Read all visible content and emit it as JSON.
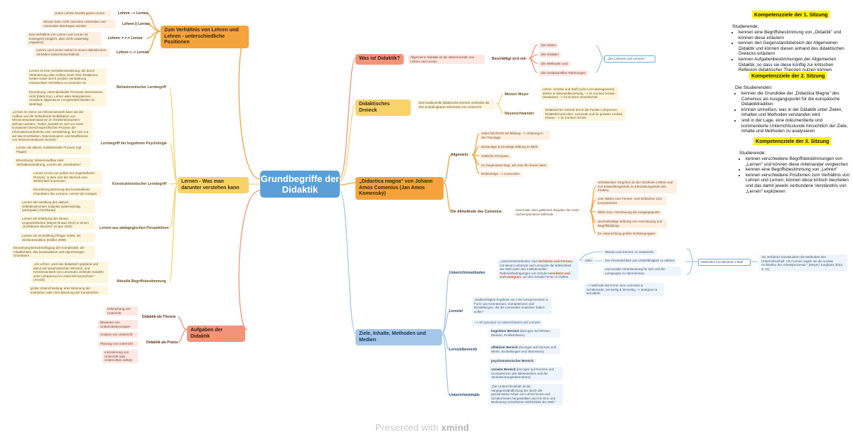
{
  "central": "Grundbegriffe der Didaktik",
  "left": {
    "verhaeltnis": {
      "title": "Zum Verhältnis von Lehren und Lehren - unterschiedliche Positionen",
      "items": [
        {
          "label": "Lehren --> Lernen",
          "leaf": "Gutes Lehren bewirkt gutes Lernen"
        },
        {
          "label": "Lehren || Lernen",
          "leaf": "Wissen kann nicht zwischen Lehrenden und Lernenden übertragen werden"
        },
        {
          "label": "Lehren ↗↗↗ Lernen",
          "leaf": "Das Verhältnis von Lehren und Lernen ist kontingent (möglich, aber nicht notwendig, ungewiss)"
        },
        {
          "label": "Lehren <--> Lernen",
          "leaf": "Lehren und Lernen stehen in einem dialektischen Verhältnis (Wechselverhältnis)"
        }
      ]
    },
    "lernen": {
      "title": "Lernen - Was man darunter verstehen kann",
      "groups": [
        {
          "label": "Behavioristischer Lernbegriff",
          "leaves": [
            "Lernen ist eine Verhaltensänderung, die durch Veränderung oder Aufbau neuer Reiz-Reaktions-Ketten sowie durch positive Verstärkung erwünschten Verhaltens zu erreichen ist",
            "Einordnung: interindividuelle Prozesse interessieren nicht (black box), Lehrer wäre Manipulieren, Annahme allgemeiner Lerngesetzlichkeiten ist widerlegt"
          ]
        },
        {
          "label": "Lernbegriff der kognitiven Psychologie",
          "leaves": [
            "„Lernen im Sinne von Wissenserwerb kann als der Aufbau und die fortlaufende Modifikation von Wissensrepräsentationen im Gedächtnissystem definiert werden.\" Dabei „handelt es sich um einen komplexen bereichsspezifischen Prozess der Informationsaufnahme und -verarbeitung, der sich u.a. auf das Erschließen, Rekonstruieren und Modifizieren von Wissensstrukturen bezieht.\"",
            "Lernen als aktiver, entdeckender Prozess (vgl. Piaget)",
            "Einordnung: Wissensaufbau statt Verhaltensänderung, Lernen als „Verarbeiten\""
          ]
        },
        {
          "label": "Konstruktivistischer Lernbegriff",
          "leaves": [
            "Lernen ist ein von außen nur angestoßener Prozess, in dem sich der Mensch eine Wirklichkeit konstruiert",
            "Einordnung Betonung des konstruktiven Charakters des Lernens, Lernen als Anregen"
          ]
        },
        {
          "label": "Lernen aus pädagogischen Perspektiven",
          "leaves": [
            "Lernen als Handlung des aktiven, selbstbestimmten Subjekts (widerständig, partizipativ) (Holzkamp)",
            "Lernen als Erfahrung des Neuen, Ungewöhnlichen (Meyer-Drawe 2012) in einem „fruchtbaren Moment\" (Copei 1930)",
            "Lernen als Sinnstiftung (Plöger 2009), als Sinnkonstruktion (Kößler 2008)",
            "Einordnung Berücksichtigung der Komplexität, der Inhaltlichkeit, des konstruktiven und eigensinnigen Charakters"
          ]
        },
        {
          "label": "Aktuelle Begriffsbestimmung",
          "leaves": [
            "„Als Lehren „wird das didaktisch geplante und damit auf systematischen Wissens- und Könnenserwerb von Lernenden zielende Handeln einer Lehrperson im Unterricht bezeichnet.\" (Arnold)",
            "grobe Unterscheidung: eher Betonung der Instruktion oder eher Betonung der Konstruktion"
          ]
        }
      ]
    },
    "aufgaben": {
      "title": "Aufgaben der Didaktik",
      "groups": [
        {
          "label": "Didaktik als Theorie",
          "leaves": [
            "Erforschung von Unterricht",
            "Bewerten von Unterrichtskonzepten"
          ]
        },
        {
          "label": "Didaktik als Praxis",
          "leaves": [
            "Analyse von Unterricht",
            "Planung von Unterricht",
            "Inszenierung von Unterricht (das Unterrichten selbst)"
          ]
        }
      ]
    }
  },
  "right": {
    "was": {
      "title": "Was ist Didaktik?",
      "desc": "Allgemeine Didaktik ist die Wissenschaft vom Lehren und Lernen",
      "label": "Beschäftigt sich mit:",
      "leaves": [
        "den Zielen",
        "den Inhalten",
        "den Methoden und",
        "den institutionellen Rahmungen"
      ],
      "summary": "„des Lehrens und Lernens.\""
    },
    "dreieck": {
      "title": "Didaktisches Dreieck",
      "desc": "Das traditionelle didaktische Dreieck verbindet die drei unabdingbaren Elemente von Unterricht",
      "items": [
        {
          "label": "Meinert Meyer",
          "leaf": "Lehrer, Schüler und Stoff (Lehr-Lern-Management) stehen in Wechselbeziehung --> im Kontext Schule (Institution) --> im Kontext Gesellschaft"
        },
        {
          "label": "Neuenschwander",
          "leaf": "Didaktisches Viereck durch die Punkte Lehrperson, Didaktik/Curriculum, Lernende und ihr privates Umfeld, Klasse --> im Kontext Schule"
        }
      ]
    },
    "comenius": {
      "title": "„Didactica magna\" von Johann Amos Comenius (Jan Amos Komenský)",
      "groups": [
        {
          "label": "Allgemein:",
          "leaves": [
            "Jeder hat Recht auf Bildung --> Ursprung in der Theologie",
            "Diesseitige & jenseitige Bildung im Blick",
            "Göttliche Prinzipien",
            "Im Gegenstand liegt, wie man ihn lernen kann",
            "Reihenfolge --> Curriculum"
          ]
        },
        {
          "label": "Die Allmethode des Comenius",
          "desc": "universale, dem göttlichen Bauplan der Natur nachempfundene Methode",
          "leaves": [
            "schrittweises Vorgehen (in der einzelnen Lektion und von Entwicklungsstufe zu Entwicklungsstufe des Kindes)",
            "vom Nahen zum Fernen, vom Einfachen zum Komplizierten",
            "Bilder bzw. Anschauung als Ausgangspunkt",
            "wechselseitige Wirkung von Anschauung und Begriffsbildung",
            "für Unterrichtung großer Schülergruppen"
          ]
        }
      ]
    },
    "ziele": {
      "title": "Ziele, Inhalte, Methoden und Medien",
      "methoden": {
        "label": "Unterrichtsmethoden",
        "leaf_pre": "„Unterrichtsmethoden sind ",
        "leaf_red1": "Verfahren und Formen",
        "leaf_mid": ", mit denen Lehrende und Lernende die Wirklichkeit der Welt unter den institutionellen Rahmenbedingungen von Schule ",
        "leaf_red2": "vermitteln und sich aneignen",
        "leaf_post": ", um den Schüler*innen zu helfen,",
        "ziele_label": "Ziele:",
        "ziele": [
          "Wissen und Können zu entwickeln,",
          "ihre Persönlichkeit und Urteilsfähigkeit zu stärken",
          "und soziale Verantwortung für sich und die Lerngruppe zu übernehmen."
        ],
        "note": "--> Methode hat immer eine Lehrseite & Schülerseite, lernseitig & lehrseitig --> aneignen & vermitteln",
        "konstruiert": "Methoden konstituieren Inhalt",
        "quote": "Als Verfahren konstituieren die Methoden den Unterrichtsinhalt. Als Formen regeln sie die soziale Architektur der Arbeitsprozesse.\" (Meyer/ Junghans 2022, S. 11)"
      },
      "lernziel": {
        "label": "Lernziel",
        "leaf": "„beabsichtigtes Ergebnis von Lehr-Lernprozessen in Form von Kenntnissen, Kompetenzen und Einstellungen, die die Lernenden erwerben haben sollen\"",
        "syn": "--> oft synonym zu Unterrichtsziel und Lernziel"
      },
      "bereiche": {
        "label": "Lernzielbereiche",
        "leaves": [
          {
            "bold": "kognitiver Bereich",
            "text": " (bezogen auf Wissen, Denken, Problemlösen)"
          },
          {
            "bold": "affektiver Bereich",
            "text": " (bezogen auf Normen und Werte, Einstellungen und Interessen)"
          },
          {
            "bold": "psychomotorischer Bereich",
            "text": ""
          },
          {
            "bold": "sozialer Bereich",
            "text": " (bezogen auf Normen und Kompetenzen des Miteinanders und der Verantwortungsübernahme)"
          }
        ]
      },
      "inhalte": {
        "label": "Unterrichtsinhalte",
        "leaf": "„Der Unterrichtsinhalt ist die Vergegenständlichung der durch die gemeinsame Arbeit von Lehrer*innen und Schüler*innen hergestellten und mit Sinn und Bedeutung versehenen Wirklichkeit der Welt.\""
      }
    }
  },
  "kompetenzen": [
    {
      "head": "Kompetenzziele der 1. Sitzung",
      "intro": "Studierende:",
      "items": [
        "kennen eine Begriffsbestimmung von „Didaktik\" und können diese erläutern",
        "kennen den Gegenstandsbereich der Allgemeinen Didaktik und können diesen anhand des didaktischen Dreiecks erläutern",
        "kennen Aufgabenbestimmungen der Allgemeinen Didaktik, so dass sie diese künftig zur kritischen Reflexion didaktischer Theorien nutzen können"
      ]
    },
    {
      "head": "Kompetenzziele der 2. Sitzung",
      "intro": "Die Studierenden:",
      "items": [
        "kennen die Grundidee der „Didactica Magna\" des Comenius als Ausgangspunkt für die europäische Didaktiktradition",
        "können umreißen, was in der Didaktik unter Zielen, Inhalten und Methoden verstanden wird",
        "sind in der Lage, eine dokumentierte und kommentierte Unterrichtsstunde hinsichtlich der Ziele, Inhalte und Methoden zu analysieren"
      ]
    },
    {
      "head": "Kompetenzziele der 3. Sitzung",
      "intro": "Studierende:",
      "items": [
        "kennen verschiedene Begriffsbestimmungen von „Lernen\" und können diese miteinander vergleichen",
        "kennen eine Begriffsbestimmung von „Lehren\"",
        "kennen verschiedene Positionen zum Verhältnis von Lehren und Lernen, können diese kritisch beurteilen und das damit jeweils verbundene Verständnis von „Lernen\" explizieren"
      ]
    }
  ],
  "watermark": {
    "text": "Presented with ",
    "brand": "xmind"
  },
  "colors": {
    "orange": "#f5a33c",
    "salmon": "#f3937a",
    "yellow": "#f7d36a",
    "blue": "#a5c8ea",
    "central": "#5a9fd8",
    "highlight": "#fff200"
  }
}
